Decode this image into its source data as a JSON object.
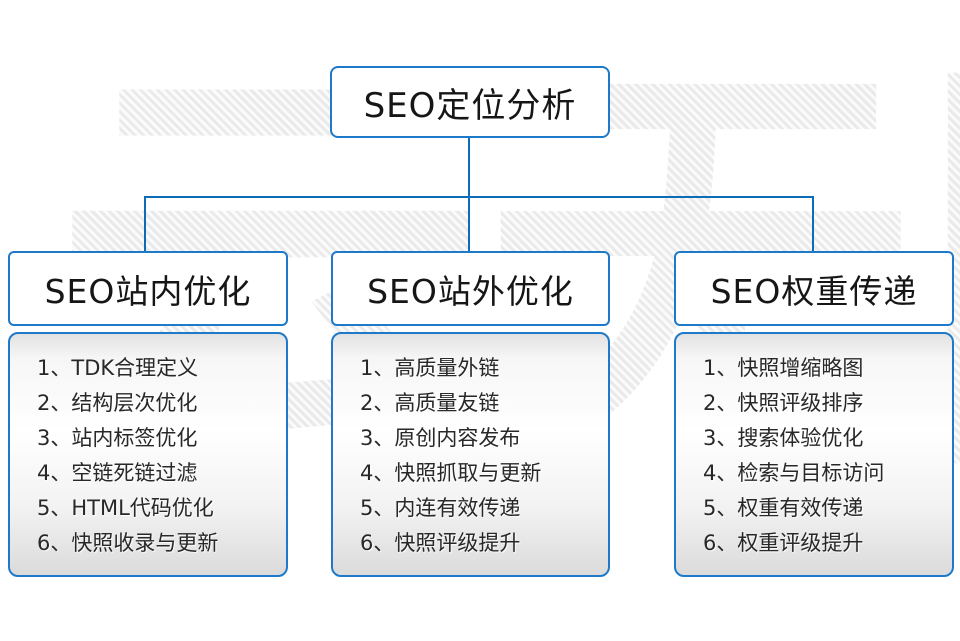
{
  "diagram": {
    "root": {
      "title": "SEO定位分析"
    },
    "watermark": "云无限",
    "columns": [
      {
        "title": "SEO站内优化",
        "items": [
          "1、TDK合理定义",
          "2、结构层次优化",
          "3、站内标签优化",
          "4、空链死链过滤",
          "5、HTML代码优化",
          "6、快照收录与更新"
        ]
      },
      {
        "title": "SEO站外优化",
        "items": [
          "1、高质量外链",
          "2、高质量友链",
          "3、原创内容发布",
          "4、快照抓取与更新",
          "5、内连有效传递",
          "6、快照评级提升"
        ]
      },
      {
        "title": "SEO权重传递",
        "items": [
          "1、快照增缩略图",
          "2、快照评级排序",
          "3、搜索体验优化",
          "4、检索与目标访问",
          "5、权重有效传递",
          "6、权重评级提升"
        ]
      }
    ],
    "colors": {
      "box_border": "#1e7ac8",
      "connector_line": "#0d6cb6",
      "watermark_gray": "#ececec",
      "list_gradient_top": "#e2e2e2",
      "list_gradient_bottom": "#dbdbdb"
    }
  }
}
